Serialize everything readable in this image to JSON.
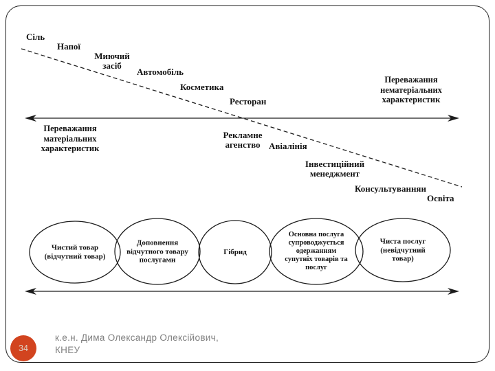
{
  "slide": {
    "page_number": "34",
    "footer_credit": "к.е.н. Дима Олександр Олексійович,\nКНЕУ"
  },
  "colors": {
    "page_badge_bg": "#d2441f",
    "page_badge_text": "#ded3c6",
    "footer_text": "#7f7f7f",
    "line": "#1c1c1c"
  },
  "diagram": {
    "axis_labels": {
      "left": "Переважання\nматеріальних\nхарактеристик",
      "right": "Переважання\nнематеріальних\nхарактеристик"
    },
    "continuum_items": [
      {
        "label": "Сіль"
      },
      {
        "label": "Напої"
      },
      {
        "label": "Миючий\nзасіб"
      },
      {
        "label": "Автомобіль"
      },
      {
        "label": "Косметика"
      },
      {
        "label": "Ресторан"
      },
      {
        "label": "Рекламне\nагенство"
      },
      {
        "label": "Авіалінія"
      },
      {
        "label": "Інвестиційний\nменеджмент"
      },
      {
        "label": "Консультуванняи"
      },
      {
        "label": "Освіта"
      }
    ],
    "ellipses": [
      {
        "label": "Чистий товар\n(відчутний товар)"
      },
      {
        "label": "Доповнення\nвідчутного товару\nпослугами"
      },
      {
        "label": "Гібрид"
      },
      {
        "label": "Основна послуга\nсупроводжується\nодержанням\nсупутніх товарів та\nпослуг"
      },
      {
        "label": "Чиста послуг\n(невідчутний\nтовар)"
      }
    ]
  }
}
